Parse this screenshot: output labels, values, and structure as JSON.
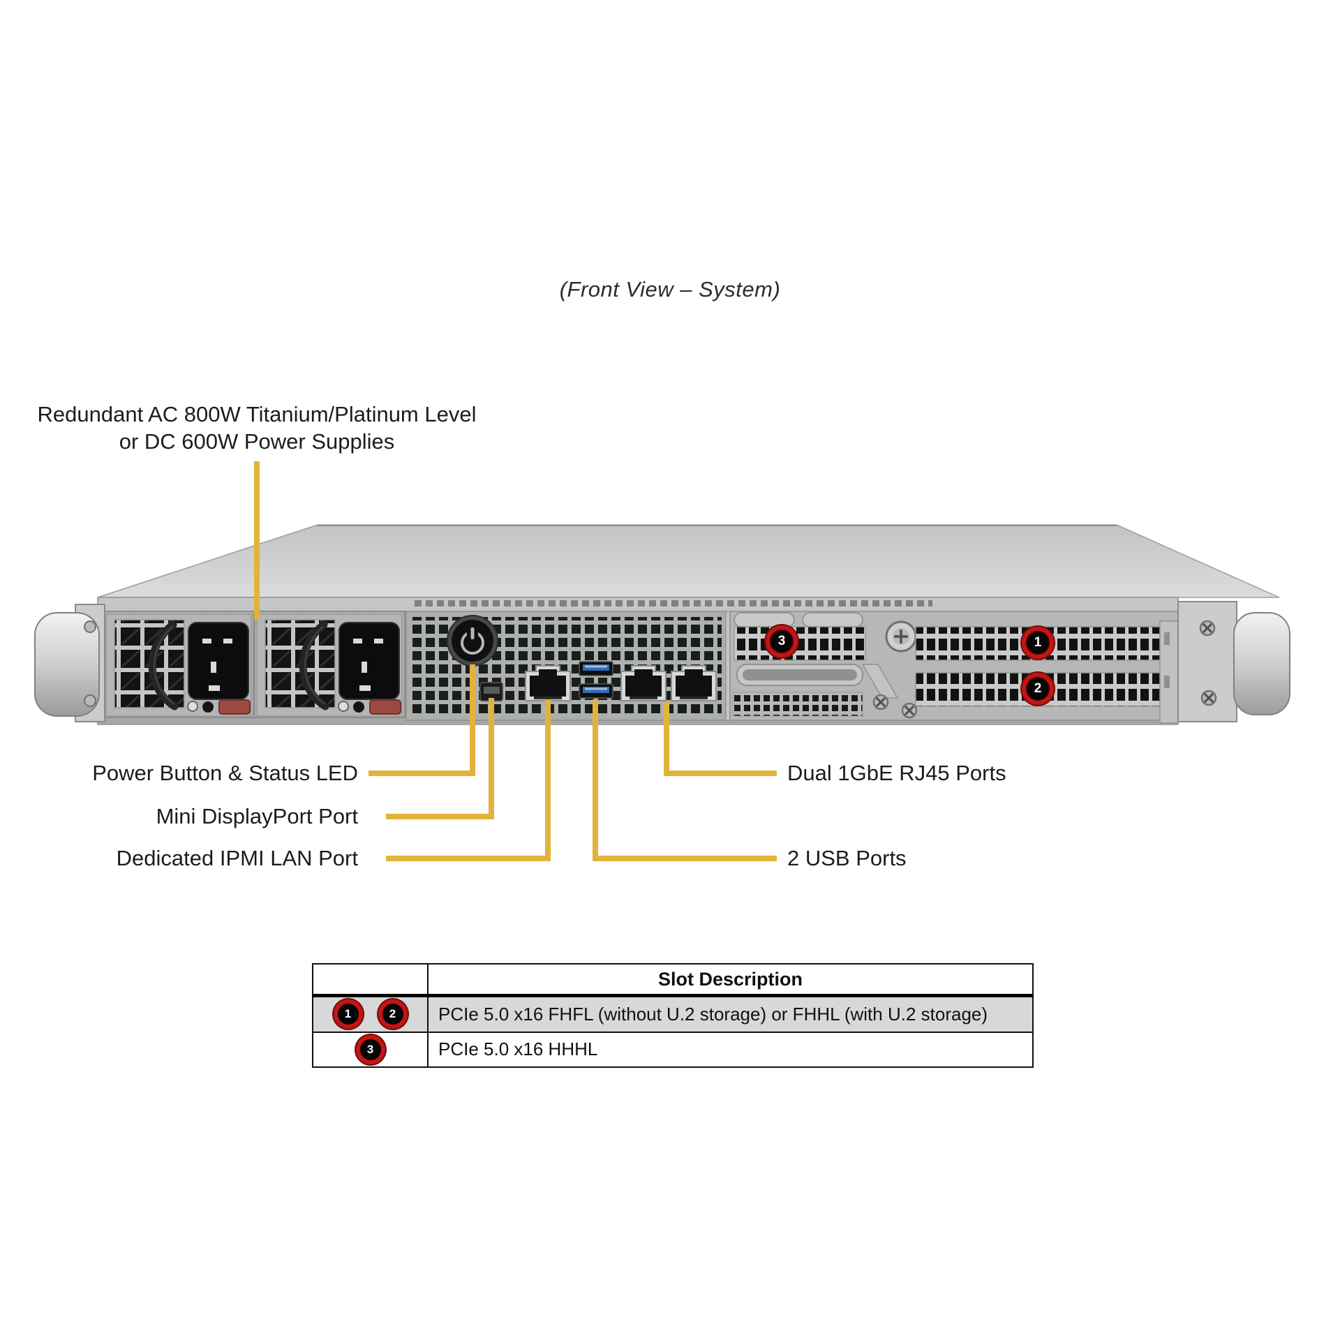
{
  "title": {
    "text": "(Front View – System)"
  },
  "psu_callout": {
    "line1": "Redundant AC 800W Titanium/Platinum Level",
    "line2": "or DC 600W Power Supplies"
  },
  "callouts": {
    "power_button": "Power Button & Status LED",
    "mini_displayport": "Mini DisplayPort Port",
    "ipmi_lan": "Dedicated IPMI LAN Port",
    "dual_rj45": "Dual 1GbE RJ45 Ports",
    "usb": "2 USB Ports"
  },
  "chassis_badges": [
    {
      "number": "3"
    },
    {
      "number": "1"
    },
    {
      "number": "2"
    }
  ],
  "table": {
    "header_label": "Slot Description",
    "rows": [
      {
        "slots": [
          "1",
          "2"
        ],
        "description": "PCIe 5.0 x16 FHFL (without U.2 storage) or FHHL (with U.2 storage)"
      },
      {
        "slots": [
          "3"
        ],
        "description": "PCIe 5.0 x16 HHHL"
      }
    ]
  },
  "colors": {
    "callout_line": "#E2B33C",
    "badge_ring": "#C41414",
    "table_highlight_row": "#D8D8D8"
  }
}
